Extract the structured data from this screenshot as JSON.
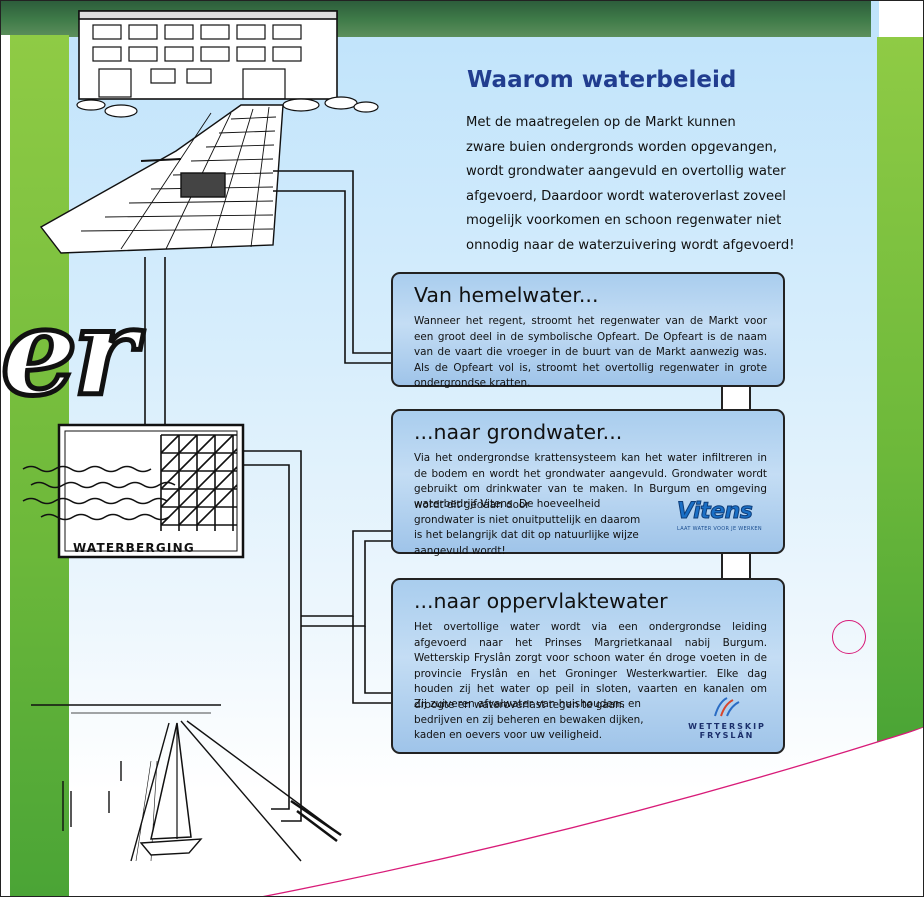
{
  "intro": {
    "title": "Waarom waterbeleid",
    "lines": [
      "Met de maatregelen op de Markt kunnen",
      "zware buien ondergronds worden opgevangen,",
      "wordt grondwater aangevuld en overtollig water",
      "afgevoerd, Daardoor wordt wateroverlast zoveel",
      "mogelijk voorkomen en schoon regenwater niet",
      "onnodig naar de waterzuivering wordt afgevoerd!"
    ]
  },
  "side_word": "er",
  "illustration": {
    "storage_label": "WATERBERGING"
  },
  "boxes": [
    {
      "title": "Van hemelwater...",
      "text": "Wanneer het regent, stroomt het regenwater van de Markt voor een groot deel in de symbolische Opfeart. De Opfeart is de naam van de vaart die vroeger in de buurt van de Markt aanwezig was. Als de Opfeart vol is, stroomt het overtollig regenwater in grote ondergrondse kratten."
    },
    {
      "title": "...naar grondwater...",
      "text": "Via het ondergrondse krattensysteem kan het water infiltreren in de bodem en wordt het grondwater aangevuld. Grondwater wordt gebruikt om drinkwater van te maken. In Burgum en omgeving wordt dit gedaan door",
      "text2": "waterbedrijf Vitens. De hoeveelheid grondwater is niet onuitputtelijk en daarom is het belangrijk dat dit op natuurlijke wijze aangevuld wordt!",
      "logo": {
        "name": "Vitens",
        "tagline": "LAAT WATER VOOR JE WERKEN",
        "color": "#1a6fc6"
      }
    },
    {
      "title": "...naar oppervlaktewater",
      "text": "Het overtollige water wordt via een ondergrondse leiding afgevoerd naar het Prinses Margrietkanaal nabij Burgum. Wetterskip Fryslân zorgt voor schoon water én droge voeten in de provincie Fryslân en het Groninger Westerkwartier. Elke dag houden zij het water op peil in sloten, vaarten en kanalen om droogte en wateroverlast tegen te gaan.",
      "text2": "Zij zuiveren afvalwater van huishoudens en bedrijven en zij beheren en bewaken dijken, kaden en oevers voor uw veiligheid.",
      "logo": {
        "line1": "WETTERSKIP",
        "line2": "FRYSLÂN",
        "color": "#1b2f6b"
      }
    }
  ],
  "colors": {
    "title_blue": "#213d8f",
    "green": "#6cb83a",
    "accent_pink": "#d81b78",
    "box_blue": "#b3d3f0"
  }
}
